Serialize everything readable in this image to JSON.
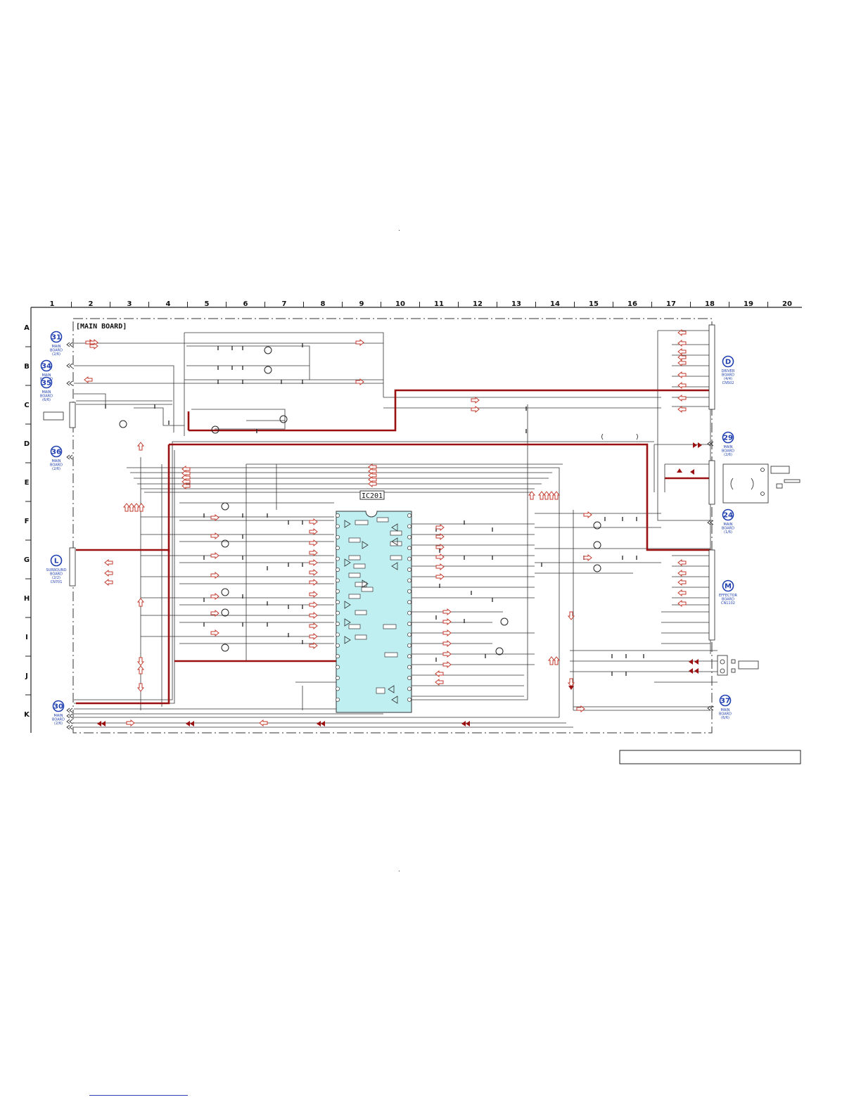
{
  "board_title": "[MAIN BOARD]",
  "ic_label": "IC201",
  "columns": [
    "1",
    "2",
    "3",
    "4",
    "5",
    "6",
    "7",
    "8",
    "9",
    "10",
    "11",
    "12",
    "13",
    "14",
    "15",
    "16",
    "17",
    "18",
    "19",
    "20"
  ],
  "rows": [
    "A",
    "B",
    "C",
    "D",
    "E",
    "F",
    "G",
    "H",
    "I",
    "J",
    "K"
  ],
  "connectors": [
    {
      "id": "c31",
      "num": "31",
      "lines": [
        "MAIN",
        "BOARD",
        "(2/6)"
      ]
    },
    {
      "id": "c34",
      "num": "34",
      "lines": [
        "MAIN",
        "BOARD",
        "(6/6)"
      ]
    },
    {
      "id": "c35",
      "num": "35",
      "lines": [
        "MAIN",
        "BOARD",
        "(6/6)"
      ]
    },
    {
      "id": "c36",
      "num": "36",
      "lines": [
        "MAIN",
        "BOARD",
        "(2/6)"
      ]
    },
    {
      "id": "cL",
      "num": "L",
      "lines": [
        "SURROUND",
        "BOARD",
        "(2/2)",
        "CN701"
      ]
    },
    {
      "id": "c30",
      "num": "30",
      "lines": [
        "MAIN",
        "BOARD",
        "(2/6)"
      ]
    },
    {
      "id": "cD",
      "num": "D",
      "lines": [
        "DRIVER",
        "BOARD",
        "(4/4)",
        "CN502"
      ]
    },
    {
      "id": "c29",
      "num": "29",
      "lines": [
        "MAIN",
        "BOARD",
        "(2/6)"
      ]
    },
    {
      "id": "c24",
      "num": "24",
      "lines": [
        "MAIN",
        "BOARD",
        "(1/6)"
      ]
    },
    {
      "id": "cM",
      "num": "M",
      "lines": [
        "EFFECTOR",
        "BOARD",
        "CN1102"
      ]
    },
    {
      "id": "c37",
      "num": "37",
      "lines": [
        "MAIN",
        "BOARD",
        "(6/6)"
      ]
    }
  ],
  "colors": {
    "wire": "#222222",
    "signal_red": "#9b1111",
    "arrow_red": "#c0392b",
    "connector_blue": "#1f3fb0",
    "ic_fill": "#bfeff0"
  }
}
